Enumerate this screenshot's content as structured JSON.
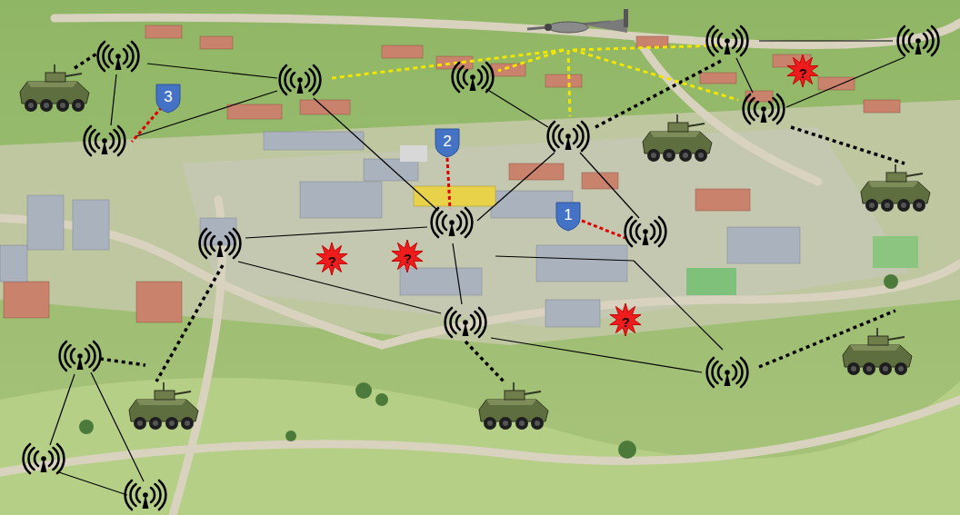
{
  "diagram": {
    "labels": [
      "?",
      "3",
      "2",
      "1",
      "?",
      "?",
      "?"
    ]
  }
}
